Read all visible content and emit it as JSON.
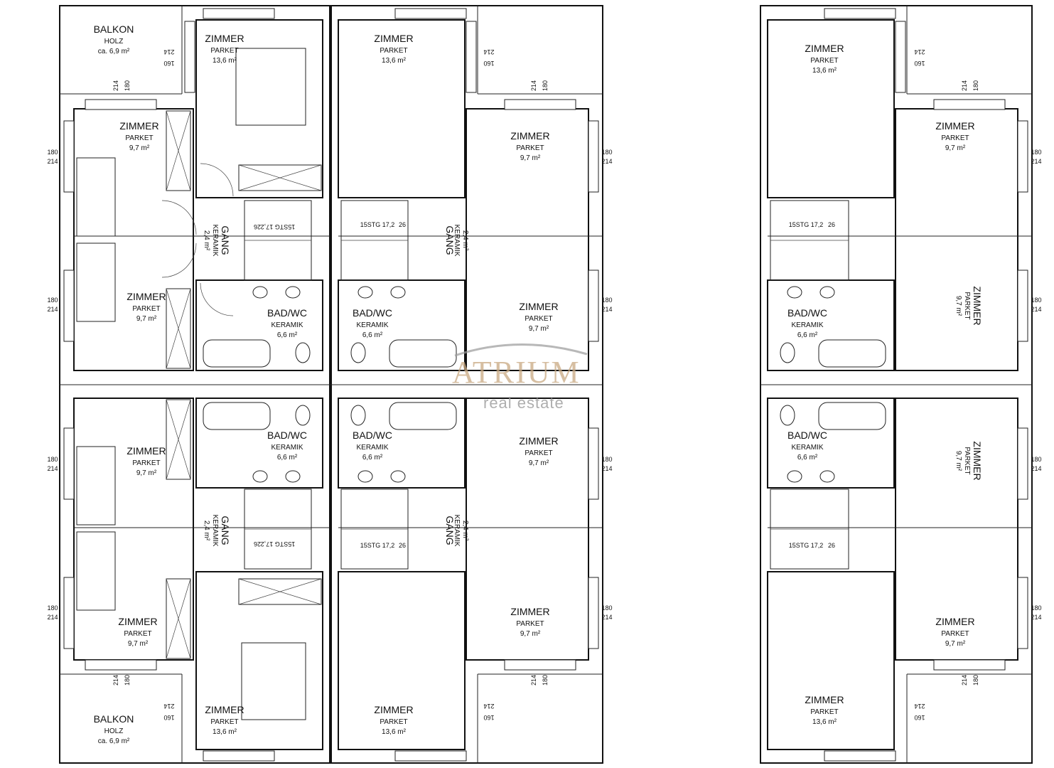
{
  "rooms": {
    "zimmer": "ZIMMER",
    "parket": "PARKET",
    "balkon": "BALKON",
    "holz": "HOLZ",
    "gang": "GANG",
    "keramik": "KERAMIK",
    "bad": "BAD/WC",
    "area_136": "13,6 m²",
    "area_97": "9,7 m²",
    "area_66": "6,6 m²",
    "area_24": "2,4 m²",
    "area_balkon": "ca. 6,9 m²"
  },
  "dims": {
    "d180": "180",
    "d214": "214",
    "d160": "160"
  },
  "stairs": {
    "label": "15STG 17,2",
    "tread": "26"
  },
  "watermark": {
    "brand": "ATRIUM",
    "sub": "real estate"
  },
  "colors": {
    "line": "#111111",
    "watermark_gold": "#c9a982",
    "watermark_gray": "#9a9a9a"
  }
}
